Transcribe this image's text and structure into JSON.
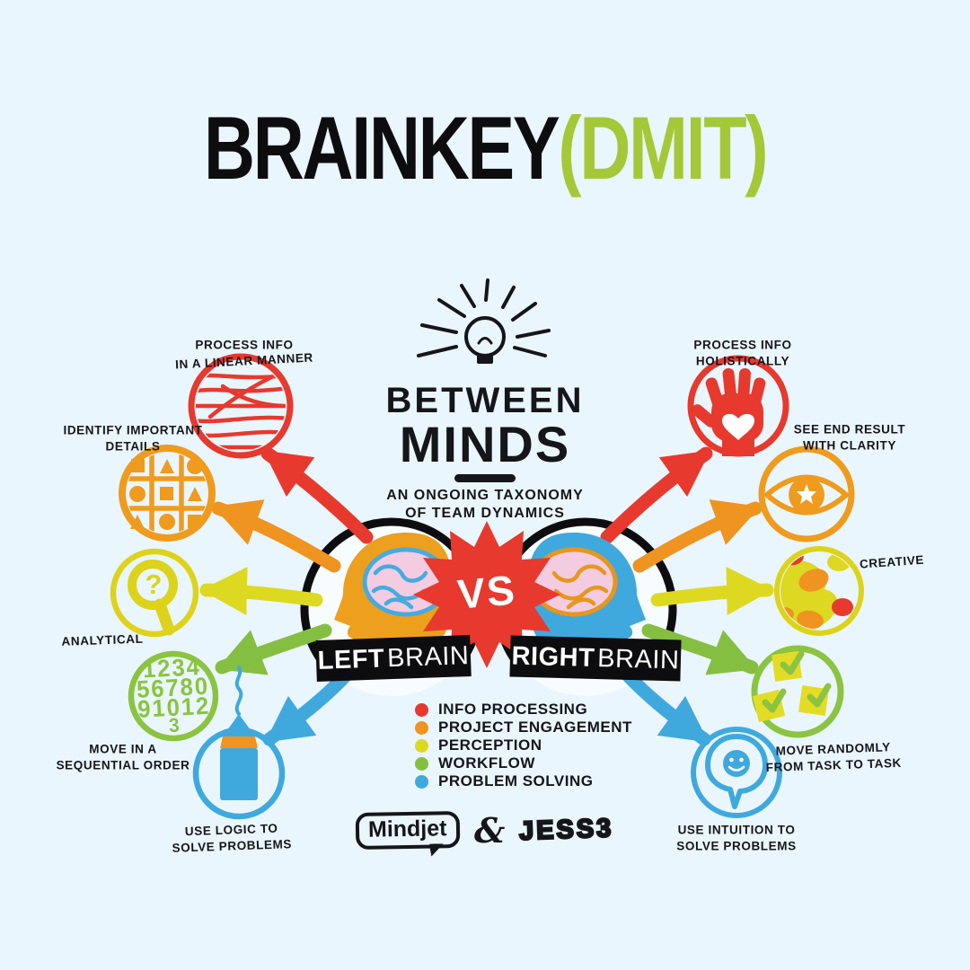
{
  "title": {
    "main": "BRAINKEY",
    "accent": "(DMIT)"
  },
  "heading": {
    "title_line1": "BETWEEN",
    "title_line2": "MINDS",
    "subtitle_line1": "AN ONGOING TAXONOMY",
    "subtitle_line2": "OF TEAM DYNAMICS"
  },
  "versus": {
    "badge": "VS"
  },
  "brains": {
    "left_bold": "LEFT",
    "left_light": "BRAIN",
    "right_bold": "RIGHT",
    "right_light": "BRAIN"
  },
  "legend": {
    "items": [
      {
        "label": "INFO PROCESSING",
        "color": "#e7392e"
      },
      {
        "label": "PROJECT ENGAGEMENT",
        "color": "#ef9420"
      },
      {
        "label": "PERCEPTION",
        "color": "#ddd921"
      },
      {
        "label": "WORKFLOW",
        "color": "#85bf41"
      },
      {
        "label": "PROBLEM SOLVING",
        "color": "#3fa9de"
      }
    ]
  },
  "callouts": {
    "left": [
      {
        "id": "process-linear",
        "lines": [
          "PROCESS INFO",
          "IN A LINEAR MANNER"
        ]
      },
      {
        "id": "identify-details",
        "lines": [
          "IDENTIFY IMPORTANT",
          "DETAILS"
        ]
      },
      {
        "id": "analytical",
        "lines": [
          "ANALYTICAL"
        ]
      },
      {
        "id": "sequential-order",
        "lines": [
          "MOVE IN A",
          "SEQUENTIAL ORDER"
        ]
      },
      {
        "id": "logic",
        "lines": [
          "USE LOGIC TO",
          "SOLVE PROBLEMS"
        ]
      }
    ],
    "right": [
      {
        "id": "process-holistic",
        "lines": [
          "PROCESS INFO",
          "HOLISTICALLY"
        ]
      },
      {
        "id": "end-result",
        "lines": [
          "SEE END RESULT",
          "WITH CLARITY"
        ]
      },
      {
        "id": "creative",
        "lines": [
          "CREATIVE"
        ]
      },
      {
        "id": "random-tasks",
        "lines": [
          "MOVE RANDOMLY",
          "FROM TASK TO TASK"
        ]
      },
      {
        "id": "intuition",
        "lines": [
          "USE INTUITION TO",
          "SOLVE PROBLEMS"
        ]
      }
    ]
  },
  "icon_glyphs": {
    "question_mark": "?",
    "numbers": [
      "1234",
      "56780",
      "91012",
      "3"
    ]
  },
  "footer": {
    "mindjet": "Mindjet",
    "ampersand": "&",
    "jess3": "JESS3"
  },
  "colors": {
    "background": "#eaf6fd",
    "ink": "#15161a",
    "accent_green": "#a4c838",
    "red": "#e7392e",
    "orange": "#ef9420",
    "yellow": "#ddd921",
    "green": "#85bf41",
    "blue": "#3fa9de",
    "left_head": "#eca01d",
    "right_head": "#3fa9de",
    "brain_pink": "#f3cce2"
  }
}
